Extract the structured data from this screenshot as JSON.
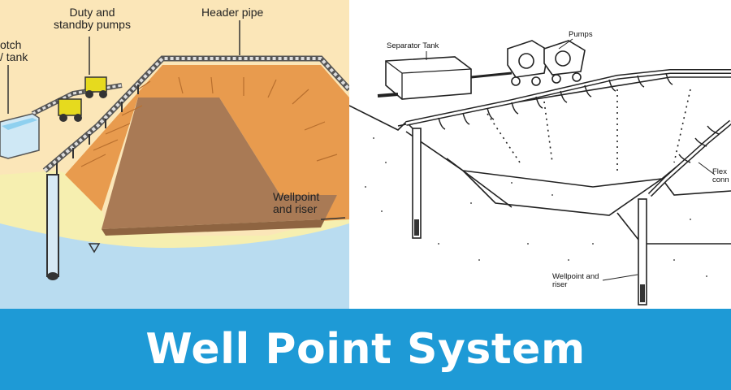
{
  "left_diagram": {
    "labels": {
      "pumps": [
        "Duty and",
        "standby pumps"
      ],
      "tank": [
        "otch",
        "/ tank"
      ],
      "header": "Header pipe",
      "wellpoint": [
        "Wellpoint",
        "and riser"
      ]
    },
    "colors": {
      "sky": "#fbe6b8",
      "excavation": "#a97a55",
      "slope": "#e89b4e",
      "groundwater": "#b9dcf0",
      "soil": "#f6efb0",
      "tank_water": "#8fd0ef",
      "pump": "#e6da1e"
    }
  },
  "right_diagram": {
    "labels": {
      "separator": "Separator Tank",
      "pumps": "Pumps",
      "flex": [
        "Flex",
        "conn"
      ],
      "wellpoint": [
        "Wellpoint and",
        "riser"
      ]
    }
  },
  "banner": {
    "title": "Well Point System",
    "color": "#1e9ad6"
  }
}
